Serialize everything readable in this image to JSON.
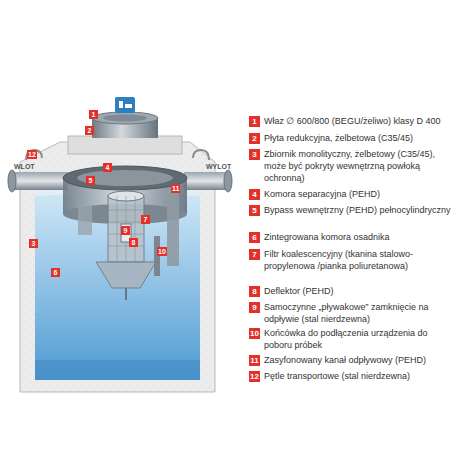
{
  "diagram": {
    "labels": [
      "WLOT",
      "WYLOT",
      "1",
      "2",
      "3",
      "4",
      "5",
      "6",
      "7",
      "8",
      "9",
      "10",
      "11",
      "12",
      "1",
      "Właz ∅ 600/800 (BEGU/żeliwo) klasy D 400",
      "2",
      "Płyta redukcyjna, żelbetowa (C35/45)",
      "3",
      "Zbiornik monolityczny, żelbetowy (C35/45), może być pokryty wewnętrzną powłoką ochronną)",
      "4",
      "Komora separacyjna (PEHD)",
      "5",
      "Bypass wewnętrzny (PEHD) pełnocylindryczny",
      "6",
      "Zintegrowana komora osadnika",
      "7",
      "Filtr koalescencyjny (tkanina stalowo-propylenowa /pianka poliuretanowa)",
      "8",
      "Deflektor (PEHD)",
      "9",
      "Samoczynne „pływakowe” zamknięcie na odpływie (stal nierdzewna)",
      "10",
      "Końcówka do podłączenia urządzenia do poboru próbek",
      "11",
      "Zasyfonowany kanał odpływowy (PEHD)",
      "12",
      "Pętle transportowe (stal nierdzewna)"
    ]
  }
}
